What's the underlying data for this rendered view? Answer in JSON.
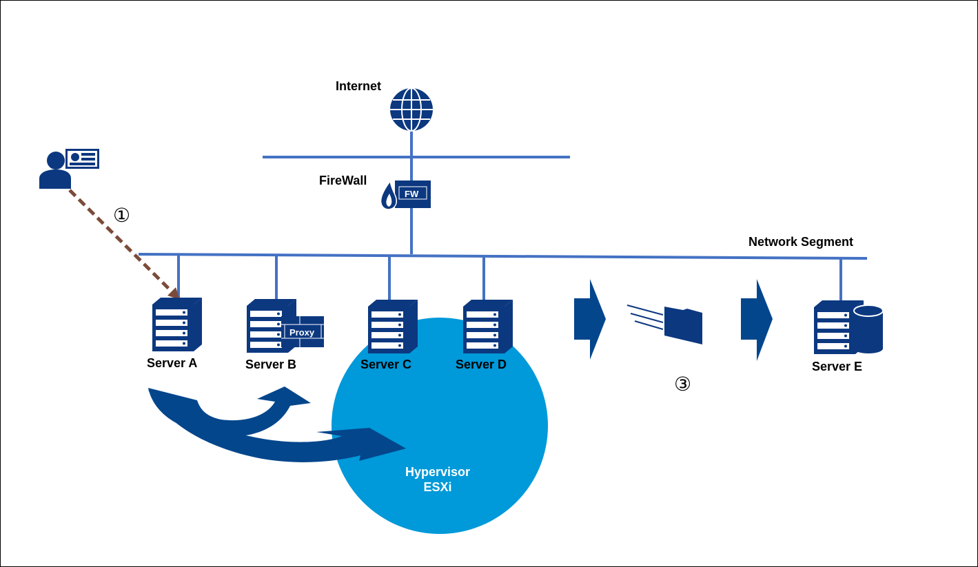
{
  "labels": {
    "internet": "Internet",
    "firewall": "FireWall",
    "network_segment": "Network Segment",
    "server_a": "Server A",
    "server_b": "Server B",
    "server_c": "Server C",
    "server_d": "Server D",
    "server_e": "Server E",
    "proxy": "Proxy",
    "fw": "FW",
    "hypervisor": "Hypervisor",
    "esxi": "ESXi",
    "step1": "①",
    "step3": "③"
  },
  "colors": {
    "network_line": "#4472C4",
    "icon_navy": "#0C3880",
    "arrow_blue": "#03468C",
    "hypervisor_circle": "#0099D9",
    "dashed_arrow": "#7B4B3A"
  }
}
